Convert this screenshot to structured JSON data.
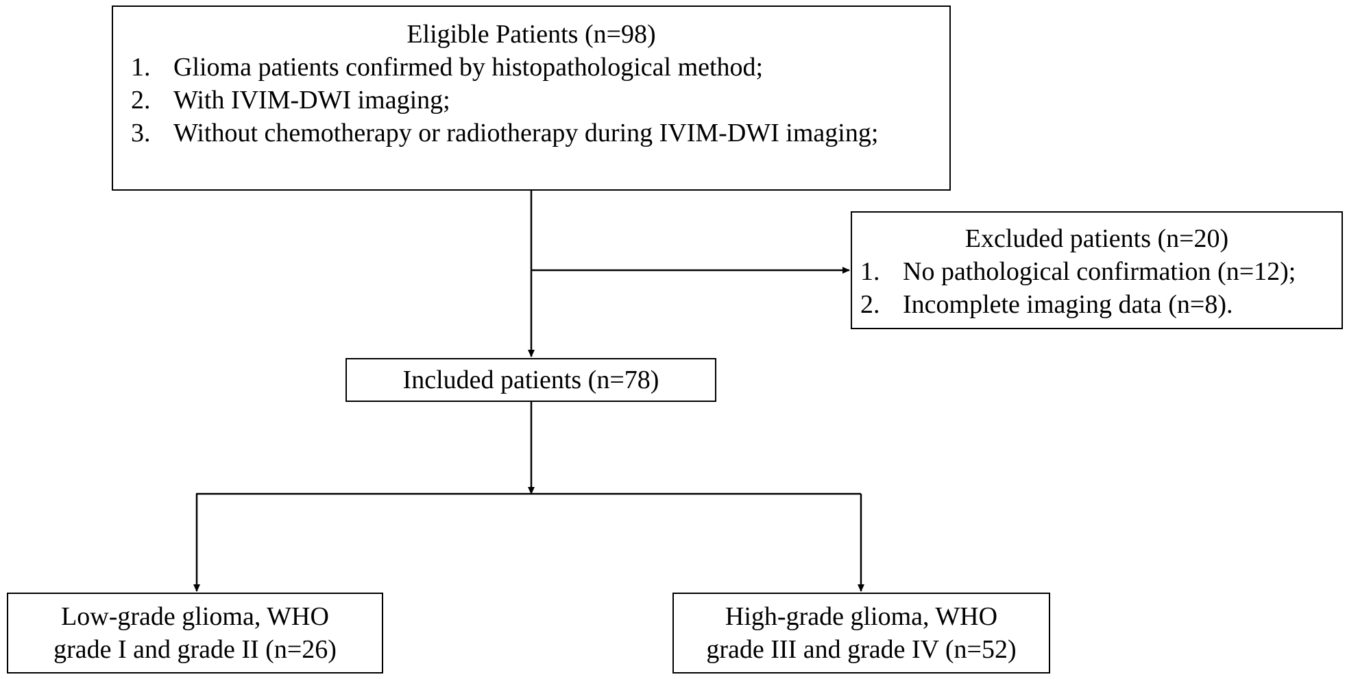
{
  "eligible": {
    "title": "Eligible Patients (n=98)",
    "items": [
      {
        "num": "1.",
        "text": "Glioma patients confirmed by histopathological method;"
      },
      {
        "num": "2.",
        "text": "With IVIM-DWI imaging;"
      },
      {
        "num": "3.",
        "text": "Without chemotherapy or radiotherapy during IVIM-DWI imaging;"
      }
    ]
  },
  "excluded": {
    "title": "Excluded patients (n=20)",
    "items": [
      {
        "num": "1.",
        "text": "No pathological confirmation (n=12);"
      },
      {
        "num": "2.",
        "text": "Incomplete imaging data (n=8)."
      }
    ]
  },
  "included": {
    "title": "Included patients (n=78)"
  },
  "low_grade": {
    "line1": "Low-grade glioma, WHO",
    "line2": "grade I and grade II (n=26)"
  },
  "high_grade": {
    "line1": "High-grade glioma, WHO",
    "line2": "grade III and grade IV (n=52)"
  },
  "colors": {
    "line": "#000000",
    "background": "#ffffff"
  }
}
